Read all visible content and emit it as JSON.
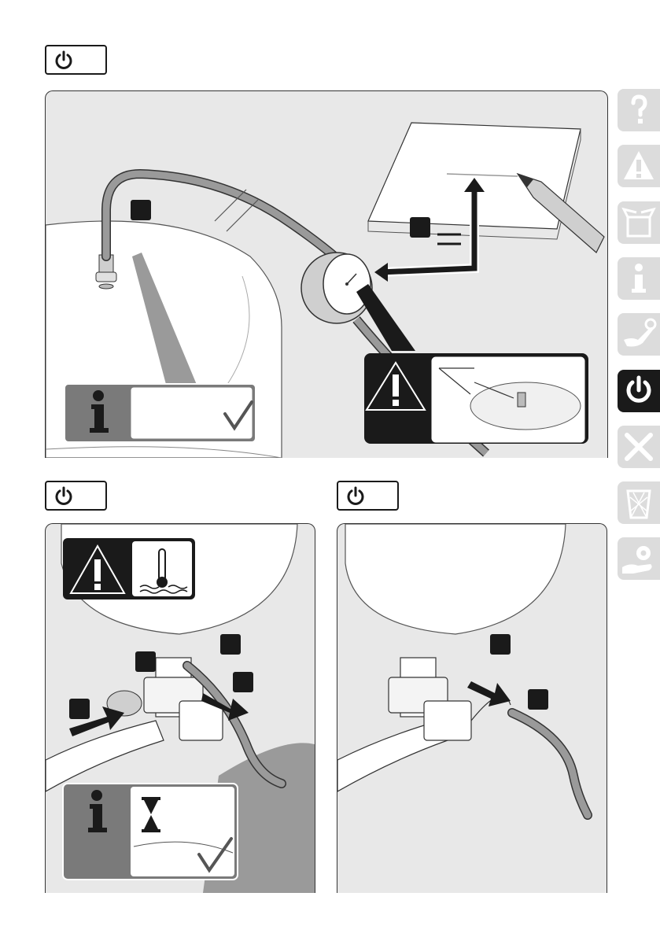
{
  "sidebar": {
    "tabs": [
      {
        "id": "help",
        "icon": "question-icon",
        "active": false
      },
      {
        "id": "warning",
        "icon": "warning-icon",
        "active": false
      },
      {
        "id": "package",
        "icon": "box-icon",
        "active": false
      },
      {
        "id": "info",
        "icon": "info-icon",
        "active": false
      },
      {
        "id": "installation",
        "icon": "hand-wrench-icon",
        "active": false
      },
      {
        "id": "operation",
        "icon": "power-icon",
        "active": true
      },
      {
        "id": "maintenance",
        "icon": "tools-icon",
        "active": false
      },
      {
        "id": "disposal",
        "icon": "trash-icon",
        "active": false
      },
      {
        "id": "service",
        "icon": "hand-gear-icon",
        "active": false
      }
    ]
  },
  "steps": [
    {
      "id": "top",
      "icon": "power-icon"
    },
    {
      "id": "bottom-left",
      "icon": "power-icon"
    },
    {
      "id": "bottom-right",
      "icon": "power-icon"
    }
  ],
  "colors": {
    "dark": "#1a1a1a",
    "panel": "#e8e8e8",
    "tab": "#dcdcdc",
    "hose": "#9a9a9a",
    "info_box": "#7a7a7a"
  }
}
